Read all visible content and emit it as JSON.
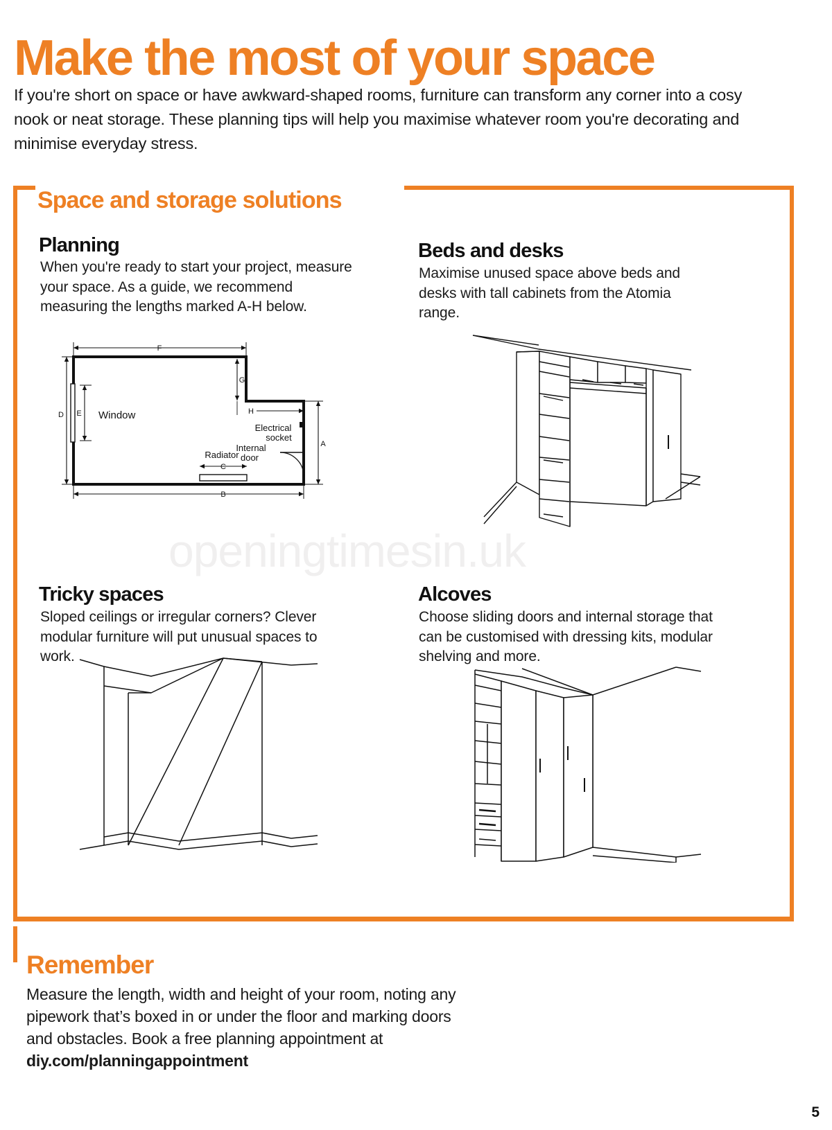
{
  "page": {
    "headline": "Make the most of your space",
    "intro": "If you're short on space or have awkward-shaped rooms, furniture can transform any corner into a cosy nook or neat storage. These planning tips will help you maximise whatever room you're decorating and minimise everyday stress.",
    "watermark": "openingtimesin.uk",
    "page_number": "5",
    "accent_color": "#ee8024",
    "text_color": "#1a1a1a"
  },
  "panel": {
    "title": "Space and storage solutions",
    "sections": [
      {
        "id": "planning",
        "title": "Planning",
        "body": "When you're ready to start your project, measure your space. As a guide, we recommend measuring the lengths marked A-H below.",
        "figure": "room-floorplan-diagram"
      },
      {
        "id": "beds",
        "title": "Beds and desks",
        "body": "Maximise unused space above beds and desks with tall cabinets from the Atomia range.",
        "figure": "tall-cabinet-illustration"
      },
      {
        "id": "tricky",
        "title": "Tricky spaces",
        "body": "Sloped ceilings or irregular corners? Clever modular furniture will put unusual spaces to work.",
        "figure": "sloped-ceiling-illustration"
      },
      {
        "id": "alcoves",
        "title": "Alcoves",
        "body": "Choose sliding doors and internal storage that can be customised with dressing kits, modular shelving and more.",
        "figure": "alcove-wardrobe-illustration"
      }
    ]
  },
  "floorplan": {
    "dimension_labels": [
      "A",
      "B",
      "C",
      "D",
      "E",
      "F",
      "G",
      "H"
    ],
    "feature_labels": {
      "window": "Window",
      "radiator": "Radiator",
      "socket_line1": "Electrical",
      "socket_line2": "socket",
      "door_line1": "Internal",
      "door_line2": "door"
    }
  },
  "remember": {
    "title": "Remember",
    "body_text": "Measure the length, width and height of your room, noting any pipework that’s boxed in or under the floor and marking doors and obstacles. Book a free planning appointment at ",
    "link_text": "diy.com/planningappointment"
  }
}
